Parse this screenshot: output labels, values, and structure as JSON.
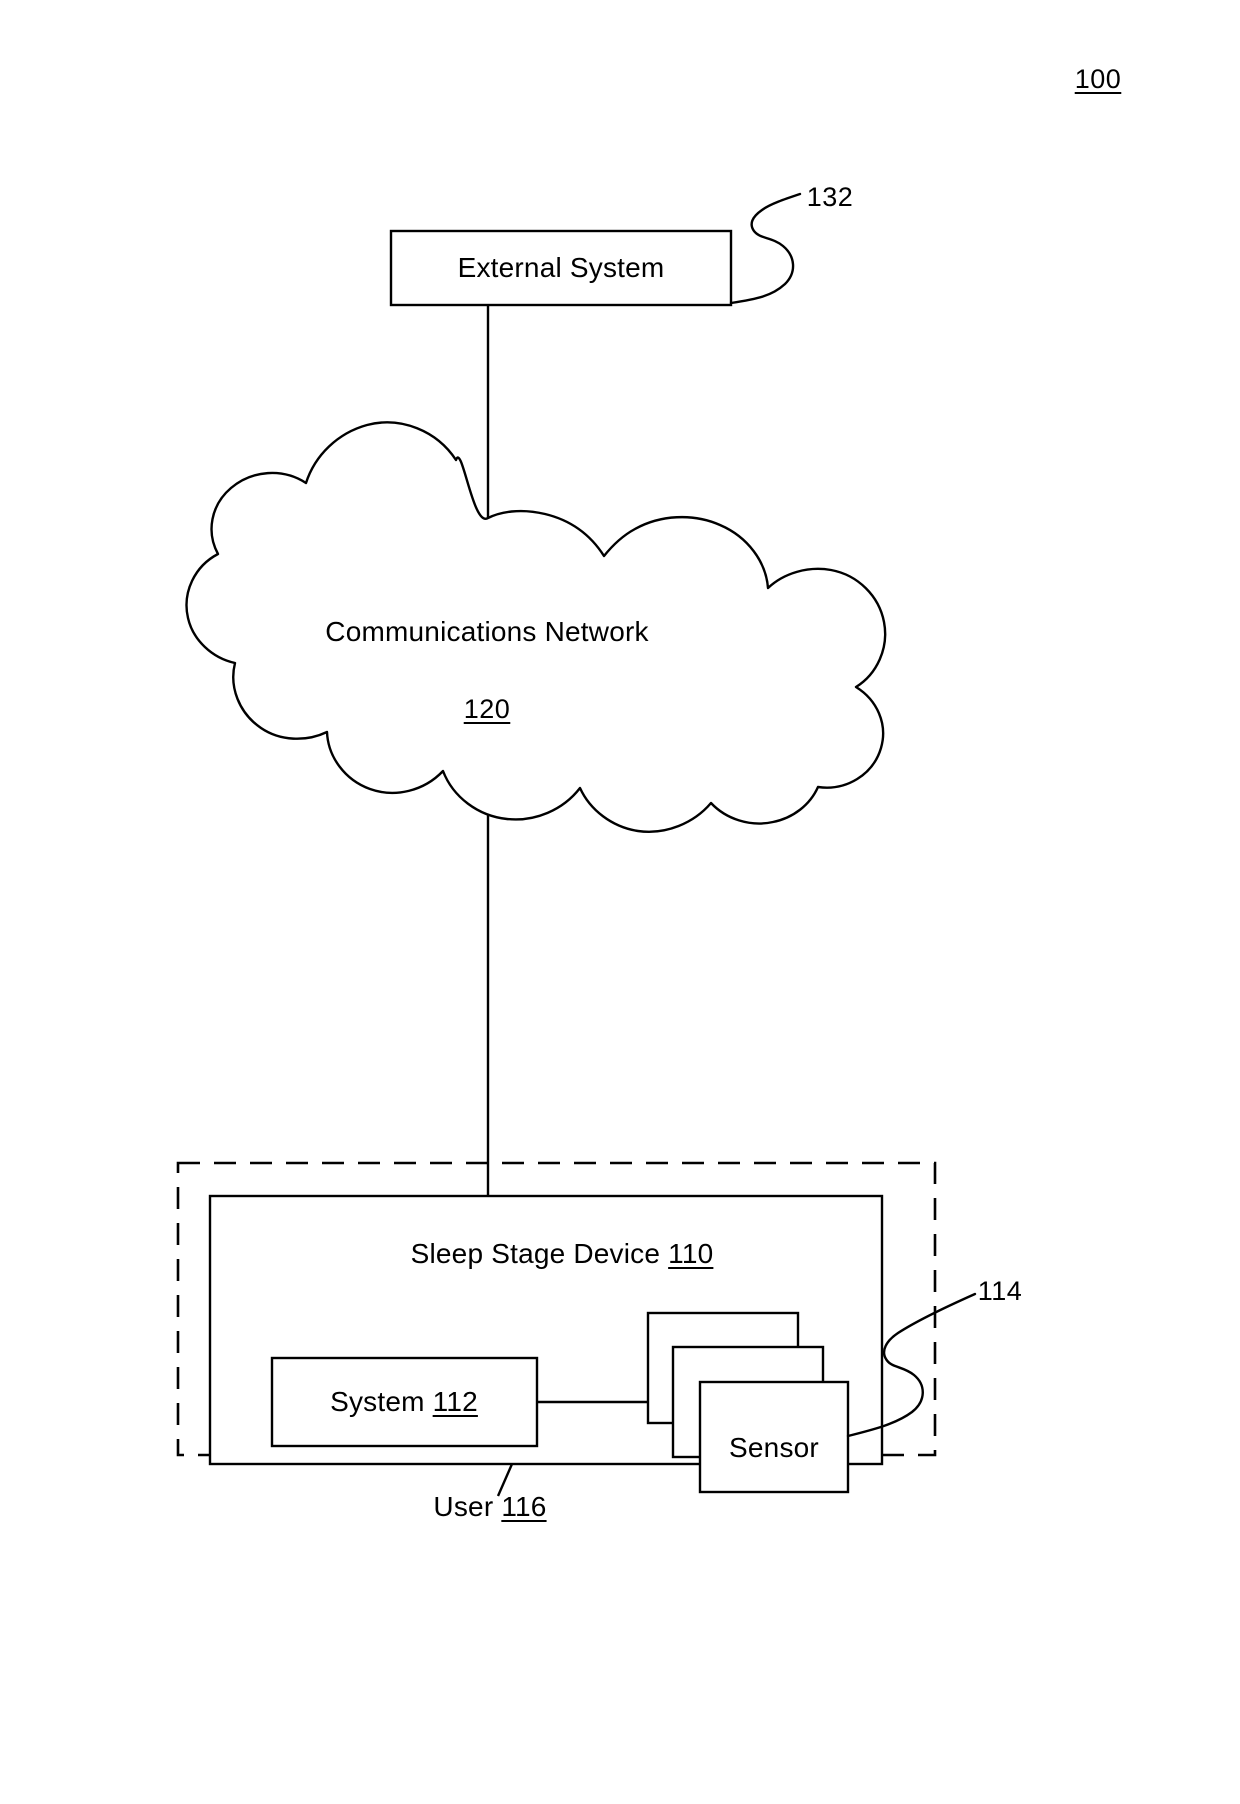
{
  "figure": {
    "figure_number": "100",
    "title": "",
    "nodes": {
      "external_system": {
        "label": "External System",
        "ref": "132"
      },
      "communications_network": {
        "label": "Communications Network",
        "ref": "120"
      },
      "sleep_stage_device": {
        "label": "Sleep Stage Device",
        "ref": "110"
      },
      "system": {
        "label": "System",
        "ref": "112"
      },
      "sensor": {
        "label": "Sensor",
        "ref": "114"
      },
      "user": {
        "label": "User",
        "ref": "116"
      }
    },
    "composite_labels": {
      "sleep_stage_device_full": "Sleep Stage Device 110",
      "system_full": "System 112",
      "user_full": "User 116"
    },
    "colors": {
      "stroke": "#000000",
      "fill": "#ffffff",
      "text": "#000000"
    }
  }
}
